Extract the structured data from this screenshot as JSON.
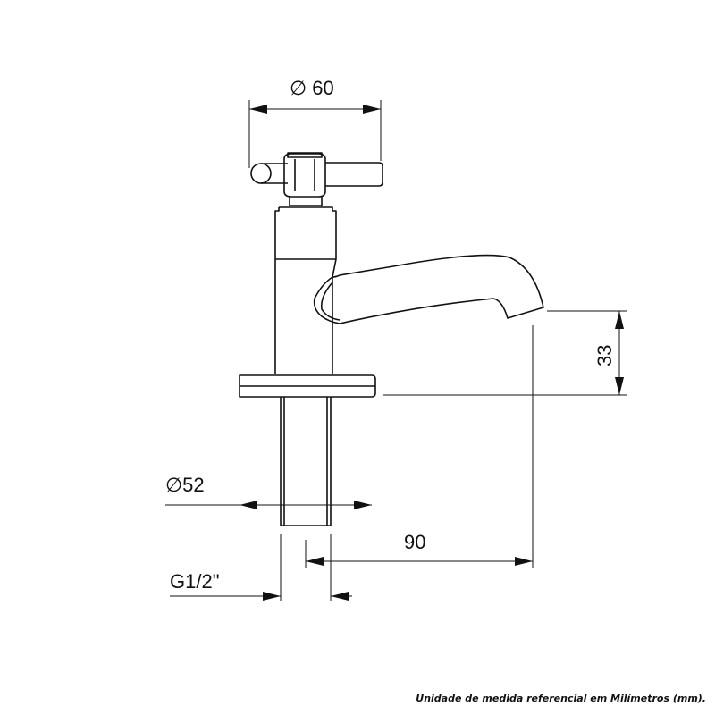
{
  "dimensions": {
    "handle_diameter": "∅ 60",
    "base_diameter": "∅52",
    "spout_height": "33",
    "spout_reach": "90",
    "thread": "G1/2\""
  },
  "footnote": "Unidade de medida referencial em Milímetros (mm).",
  "colors": {
    "line": "#111111",
    "background": "#ffffff"
  }
}
